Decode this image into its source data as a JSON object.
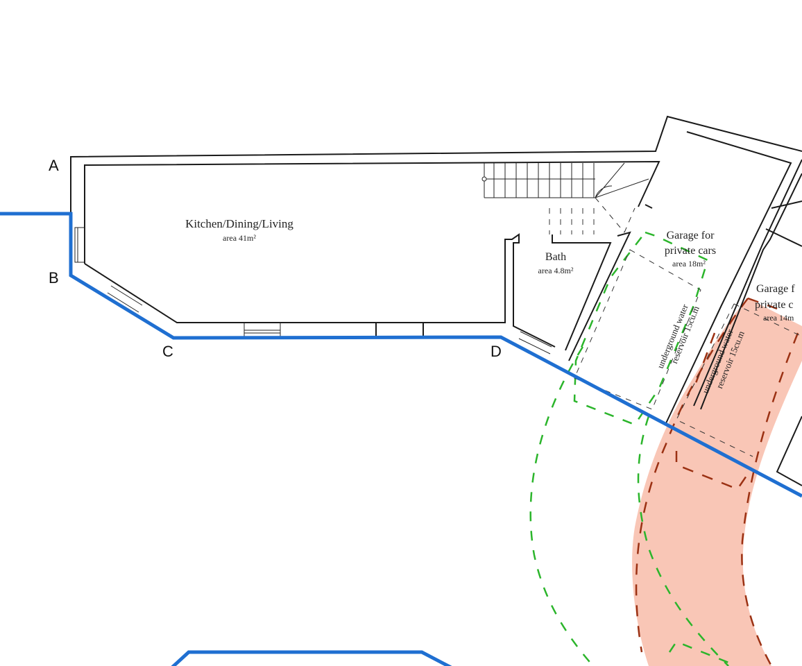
{
  "points": {
    "a": "A",
    "b": "B",
    "c": "C",
    "d": "D"
  },
  "rooms": {
    "kitchen": {
      "name": "Kitchen/Dining/Living",
      "area": "area 41m²"
    },
    "bath": {
      "name": "Bath",
      "area": "area 4.8m²"
    },
    "garage1": {
      "line1": "Garage for",
      "line2": "private cars",
      "area": "area 18m²"
    },
    "garage2": {
      "line1": "Garage f",
      "line2": "private c",
      "area": "area 14m"
    }
  },
  "reservoirs": [
    {
      "line1": "underground water",
      "line2": "reservoir 15cu.m"
    },
    {
      "line1": "underground water",
      "line2": "reservoir 15cu.m"
    }
  ],
  "colors": {
    "boundary": "#1f6fd1",
    "driveway_fill": "#f9c6b6",
    "driveway_outline": "#9b3113",
    "turning_path": "#2bb52b"
  }
}
